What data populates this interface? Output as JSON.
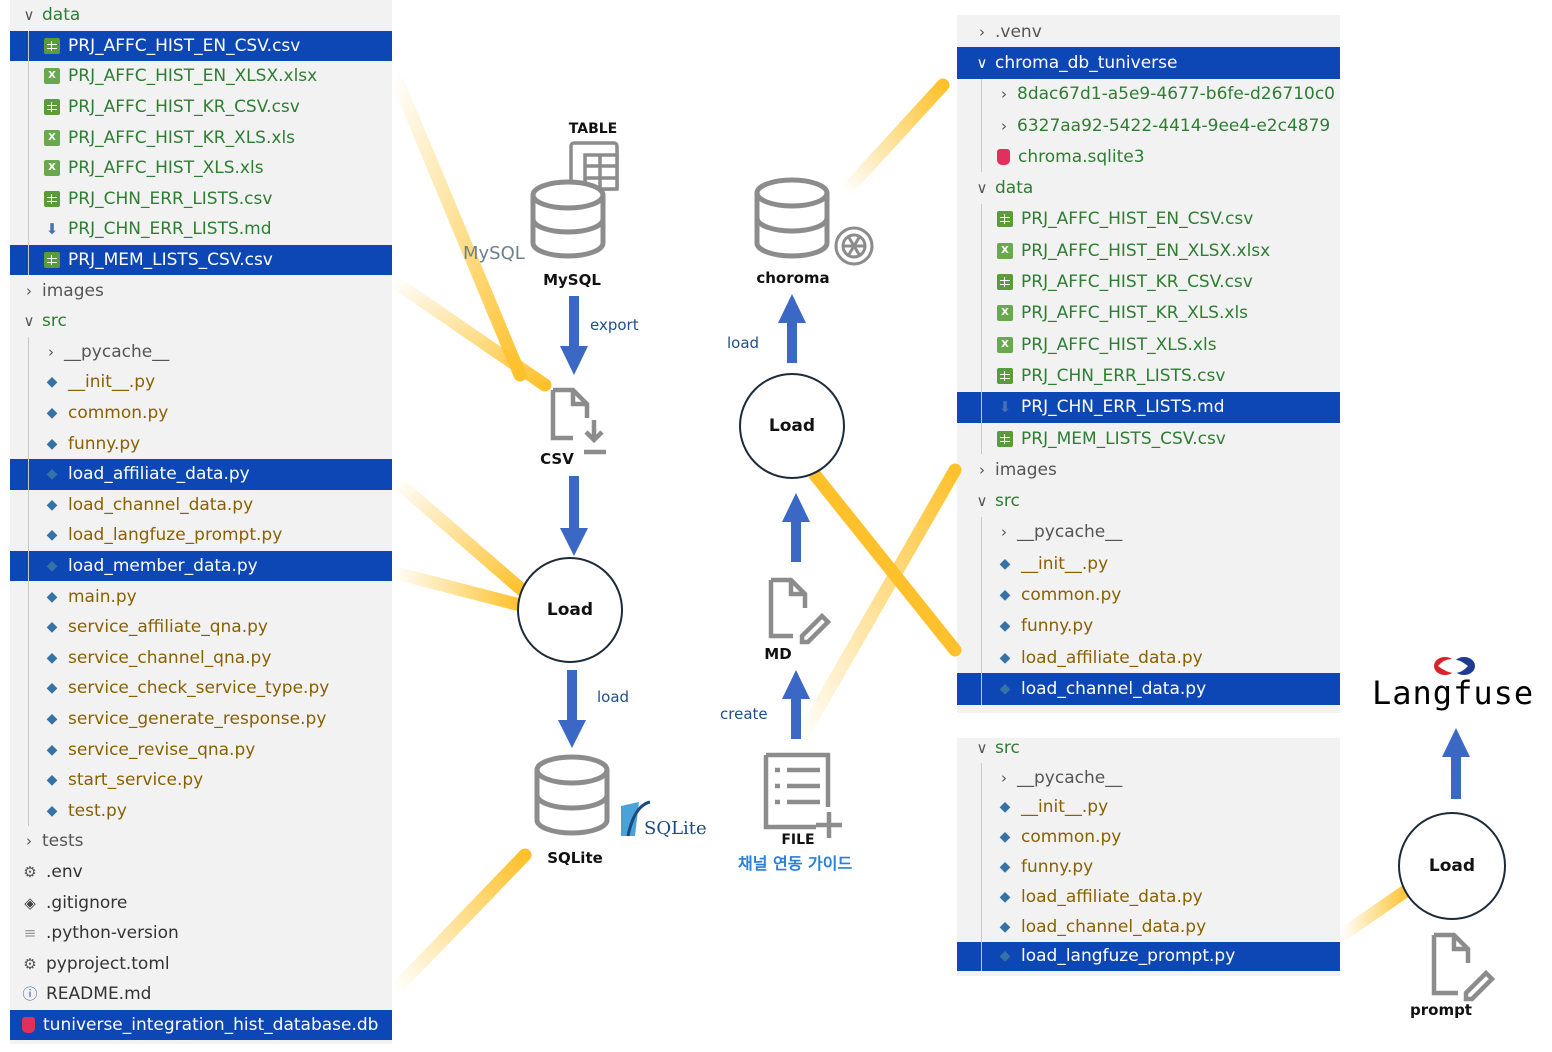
{
  "left_tree": [
    {
      "label": "data",
      "type": "folder-open",
      "indent": 0
    },
    {
      "label": "PRJ_AFFC_HIST_EN_CSV.csv",
      "type": "csv",
      "indent": 1,
      "selected": true
    },
    {
      "label": "PRJ_AFFC_HIST_EN_XLSX.xlsx",
      "type": "xls",
      "indent": 1
    },
    {
      "label": "PRJ_AFFC_HIST_KR_CSV.csv",
      "type": "csv",
      "indent": 1
    },
    {
      "label": "PRJ_AFFC_HIST_KR_XLS.xls",
      "type": "xls",
      "indent": 1
    },
    {
      "label": "PRJ_AFFC_HIST_XLS.xls",
      "type": "xls",
      "indent": 1
    },
    {
      "label": "PRJ_CHN_ERR_LISTS.csv",
      "type": "csv",
      "indent": 1
    },
    {
      "label": "PRJ_CHN_ERR_LISTS.md",
      "type": "md",
      "indent": 1
    },
    {
      "label": "PRJ_MEM_LISTS_CSV.csv",
      "type": "csv",
      "indent": 1,
      "selected": true
    },
    {
      "label": "images",
      "type": "folder",
      "indent": 0
    },
    {
      "label": "src",
      "type": "folder-open",
      "indent": 0
    },
    {
      "label": "__pycache__",
      "type": "folder",
      "indent": 1
    },
    {
      "label": "__init__.py",
      "type": "py",
      "indent": 1
    },
    {
      "label": "common.py",
      "type": "py",
      "indent": 1
    },
    {
      "label": "funny.py",
      "type": "py",
      "indent": 1
    },
    {
      "label": "load_affiliate_data.py",
      "type": "py",
      "indent": 1,
      "selected": true
    },
    {
      "label": "load_channel_data.py",
      "type": "py",
      "indent": 1
    },
    {
      "label": "load_langfuze_prompt.py",
      "type": "py",
      "indent": 1
    },
    {
      "label": "load_member_data.py",
      "type": "py",
      "indent": 1,
      "selected": true
    },
    {
      "label": "main.py",
      "type": "py",
      "indent": 1
    },
    {
      "label": "service_affiliate_qna.py",
      "type": "py",
      "indent": 1
    },
    {
      "label": "service_channel_qna.py",
      "type": "py",
      "indent": 1
    },
    {
      "label": "service_check_service_type.py",
      "type": "py",
      "indent": 1
    },
    {
      "label": "service_generate_response.py",
      "type": "py",
      "indent": 1
    },
    {
      "label": "service_revise_qna.py",
      "type": "py",
      "indent": 1
    },
    {
      "label": "start_service.py",
      "type": "py",
      "indent": 1
    },
    {
      "label": "test.py",
      "type": "py",
      "indent": 1
    },
    {
      "label": "tests",
      "type": "folder",
      "indent": 0
    },
    {
      "label": ".env",
      "type": "gear",
      "indent": 0
    },
    {
      "label": ".gitignore",
      "type": "git",
      "indent": 0
    },
    {
      "label": ".python-version",
      "type": "txt",
      "indent": 0
    },
    {
      "label": "pyproject.toml",
      "type": "gear",
      "indent": 0
    },
    {
      "label": "README.md",
      "type": "info",
      "indent": 0
    },
    {
      "label": "tuniverse_integration_hist_database.db",
      "type": "db",
      "indent": 0,
      "selected": true
    }
  ],
  "right_top_tree": [
    {
      "label": ".venv",
      "type": "folder",
      "indent": 0
    },
    {
      "label": "chroma_db_tuniverse",
      "type": "folder-open",
      "indent": 0,
      "selected": true
    },
    {
      "label": "8dac67d1-a5e9-4677-b6fe-d26710c0",
      "type": "folder-green",
      "indent": 1
    },
    {
      "label": "6327aa92-5422-4414-9ee4-e2c4879",
      "type": "folder-green",
      "indent": 1
    },
    {
      "label": "chroma.sqlite3",
      "type": "db",
      "indent": 1
    },
    {
      "label": "data",
      "type": "folder-open",
      "indent": 0
    },
    {
      "label": "PRJ_AFFC_HIST_EN_CSV.csv",
      "type": "csv",
      "indent": 1
    },
    {
      "label": "PRJ_AFFC_HIST_EN_XLSX.xlsx",
      "type": "xls",
      "indent": 1
    },
    {
      "label": "PRJ_AFFC_HIST_KR_CSV.csv",
      "type": "csv",
      "indent": 1
    },
    {
      "label": "PRJ_AFFC_HIST_KR_XLS.xls",
      "type": "xls",
      "indent": 1
    },
    {
      "label": "PRJ_AFFC_HIST_XLS.xls",
      "type": "xls",
      "indent": 1
    },
    {
      "label": "PRJ_CHN_ERR_LISTS.csv",
      "type": "csv",
      "indent": 1
    },
    {
      "label": "PRJ_CHN_ERR_LISTS.md",
      "type": "md",
      "indent": 1,
      "selected": true
    },
    {
      "label": "PRJ_MEM_LISTS_CSV.csv",
      "type": "csv",
      "indent": 1
    },
    {
      "label": "images",
      "type": "folder",
      "indent": 0
    },
    {
      "label": "src",
      "type": "folder-open",
      "indent": 0
    },
    {
      "label": "__pycache__",
      "type": "folder",
      "indent": 1
    },
    {
      "label": "__init__.py",
      "type": "py",
      "indent": 1
    },
    {
      "label": "common.py",
      "type": "py",
      "indent": 1
    },
    {
      "label": "funny.py",
      "type": "py",
      "indent": 1
    },
    {
      "label": "load_affiliate_data.py",
      "type": "py",
      "indent": 1
    },
    {
      "label": "load_channel_data.py",
      "type": "py",
      "indent": 1,
      "selected": true
    }
  ],
  "right_bottom_tree": [
    {
      "label": "src",
      "type": "folder-open",
      "indent": 0
    },
    {
      "label": "__pycache__",
      "type": "folder",
      "indent": 1
    },
    {
      "label": "__init__.py",
      "type": "py",
      "indent": 1
    },
    {
      "label": "common.py",
      "type": "py",
      "indent": 1
    },
    {
      "label": "funny.py",
      "type": "py",
      "indent": 1
    },
    {
      "label": "load_affiliate_data.py",
      "type": "py",
      "indent": 1
    },
    {
      "label": "load_channel_data.py",
      "type": "py",
      "indent": 1
    },
    {
      "label": "load_langfuze_prompt.py",
      "type": "py",
      "indent": 1,
      "selected": true
    }
  ],
  "diagram": {
    "table_label": "TABLE",
    "mysql_logo": "MySQL",
    "mysql_label": "MySQL",
    "export_label": "export",
    "csv_label": "CSV",
    "load_circle_1": "Load",
    "load_arrow_label_1": "load",
    "sqlite_logo": "SQLite",
    "sqlite_label": "SQLite",
    "chroma_label": "choroma",
    "load_arrow_label_2": "load",
    "load_circle_2": "Load",
    "md_label": "MD",
    "create_label": "create",
    "file_label": "FILE",
    "guide_label": "채널 연동 가이드",
    "langfuse_label": "Langfuse",
    "load_circle_3": "Load",
    "prompt_label": "prompt"
  },
  "colors": {
    "selection": "#0d47b5",
    "arrow": "#3a68c4",
    "highlight": "#ffc12b",
    "icon_gray": "#8c8c8c",
    "csv_green": "#5b9b3a",
    "py_blue": "#3572A5"
  }
}
